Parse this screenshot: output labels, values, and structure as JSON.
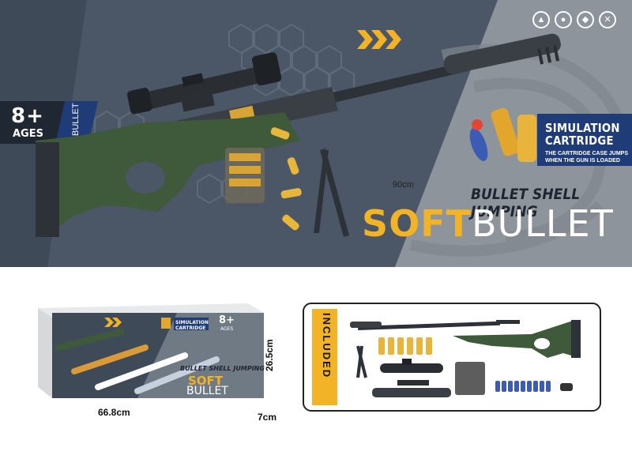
{
  "banner": {
    "age_number": "8+",
    "age_word": "AGES",
    "tab_label": "BULLET",
    "length": "90cm",
    "subtitle": "BULLET SHELL JUMPING",
    "title_soft": "SOFT",
    "title_bullet": "BULLET",
    "simulation": {
      "title_line1": "SIMULATION",
      "title_line2": "CARTRIDGE",
      "description_line1": "THE CARTRIDGE CASE JUMPS",
      "description_line2": "WHEN THE GUN IS LOADED"
    }
  },
  "package": {
    "width": "66.8cm",
    "height": "26.5cm",
    "depth": "7cm",
    "age_number": "8+",
    "age_word": "AGES",
    "subtitle": "BULLET SHELL JUMPING",
    "title_soft": "SOFT",
    "title_bullet": "BULLET",
    "sim_title": "SIMULATION CARTRIDGE"
  },
  "included": {
    "label": "INCLUDED"
  },
  "colors": {
    "banner_bg": "#8e949b",
    "dark_panel": "#475463",
    "accent_yellow": "#f2b327",
    "navy": "#1f3c79",
    "stock_green": "#3e5a3a",
    "dart_blue": "#3b5bb5"
  }
}
